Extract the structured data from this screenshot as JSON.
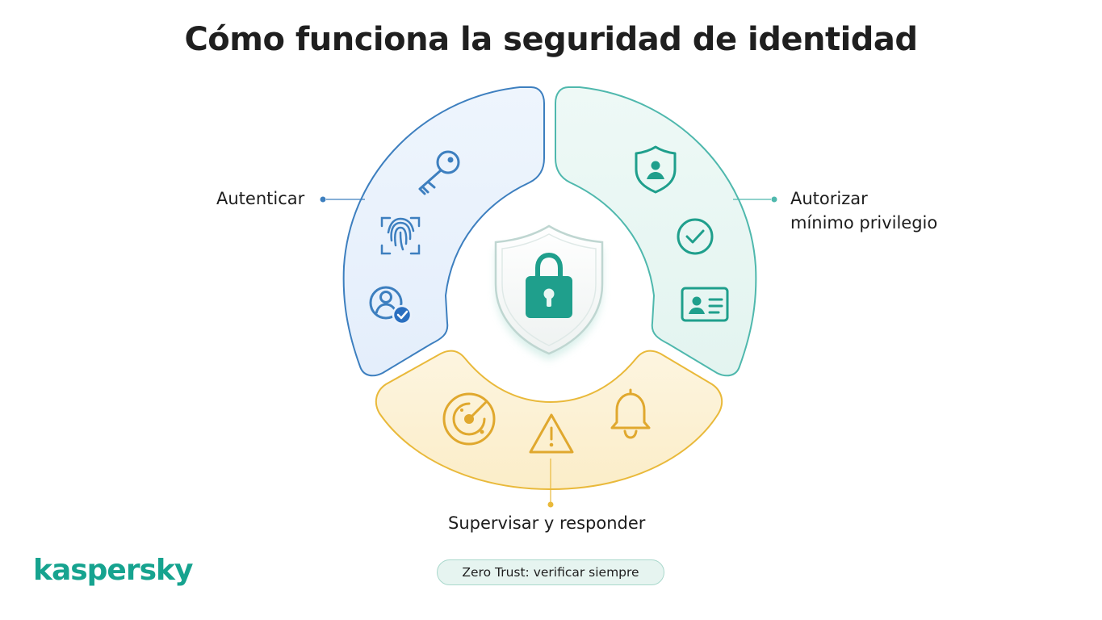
{
  "title": "Cómo funciona la seguridad de identidad",
  "segments": {
    "authenticate": {
      "label": "Autenticar",
      "color": "#3d7fbf",
      "fill": "#eaf2fc",
      "icons": [
        "key-icon",
        "fingerprint-icon",
        "verified-user-icon"
      ]
    },
    "authorize": {
      "label_line1": "Autorizar",
      "label_line2": "mínimo privilegio",
      "color": "#4fb8ad",
      "fill": "#e8f6f3",
      "icons": [
        "user-shield-icon",
        "check-circle-icon",
        "id-card-icon"
      ]
    },
    "monitor": {
      "label": "Supervisar y responder",
      "color": "#e9b93a",
      "fill": "#fdf3d9",
      "icons": [
        "radar-icon",
        "warning-icon",
        "bell-icon"
      ]
    }
  },
  "center": {
    "icon": "shield-lock-icon",
    "color": "#1f9f8c"
  },
  "logo": "kaspersky",
  "badge": "Zero Trust: verificar siempre"
}
